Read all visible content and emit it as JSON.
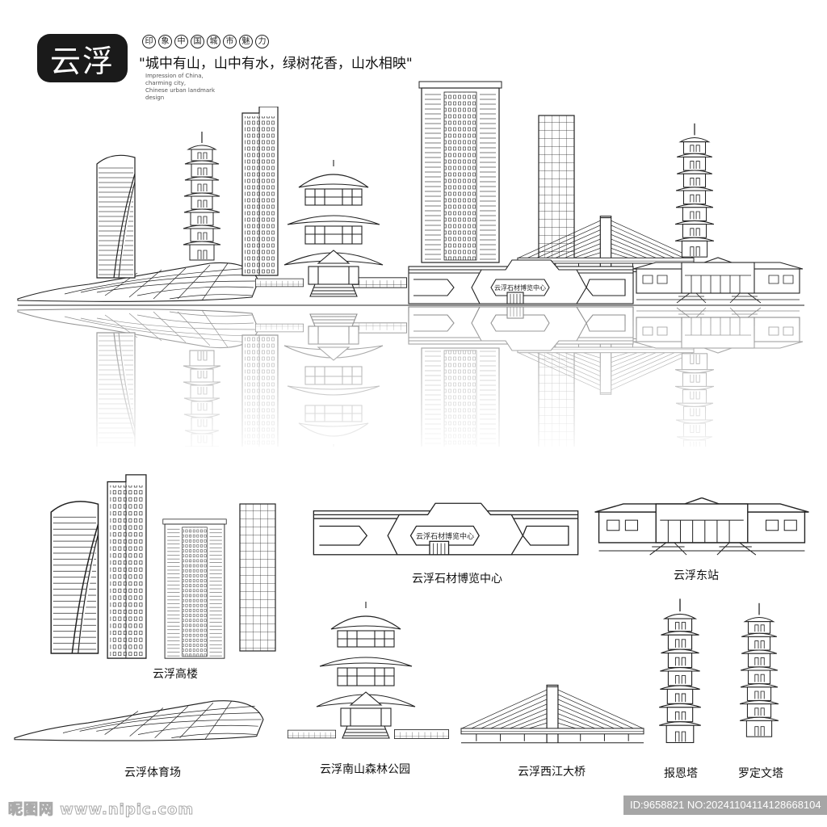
{
  "header": {
    "city": "云浮",
    "circled_chars": [
      "印",
      "象",
      "中",
      "国",
      "城",
      "市",
      "魅",
      "力"
    ],
    "slogan": "\"城中有山，山中有水，绿树花香，山水相映\"",
    "english_lines": [
      "Impression of China,",
      "charming city,",
      "Chinese urban landmark",
      "design"
    ]
  },
  "museum_sign": "云浮石材博览中心",
  "labels": {
    "towers": "云浮高楼",
    "museum": "云浮石材博览中心",
    "station": "云浮东站",
    "stadium": "云浮体育场",
    "park": "云浮南山森林公园",
    "bridge": "云浮西江大桥",
    "baoen_pagoda": "报恩塔",
    "luoding_pagoda": "罗定文塔"
  },
  "watermark": {
    "site": "昵图网 www.nipic.com",
    "id_text": "ID:9658821 NO:20241104114128668104"
  },
  "colors": {
    "line": "#222222",
    "badge": "#1a1a1a",
    "watermark_bg": "#a6a6a6"
  }
}
